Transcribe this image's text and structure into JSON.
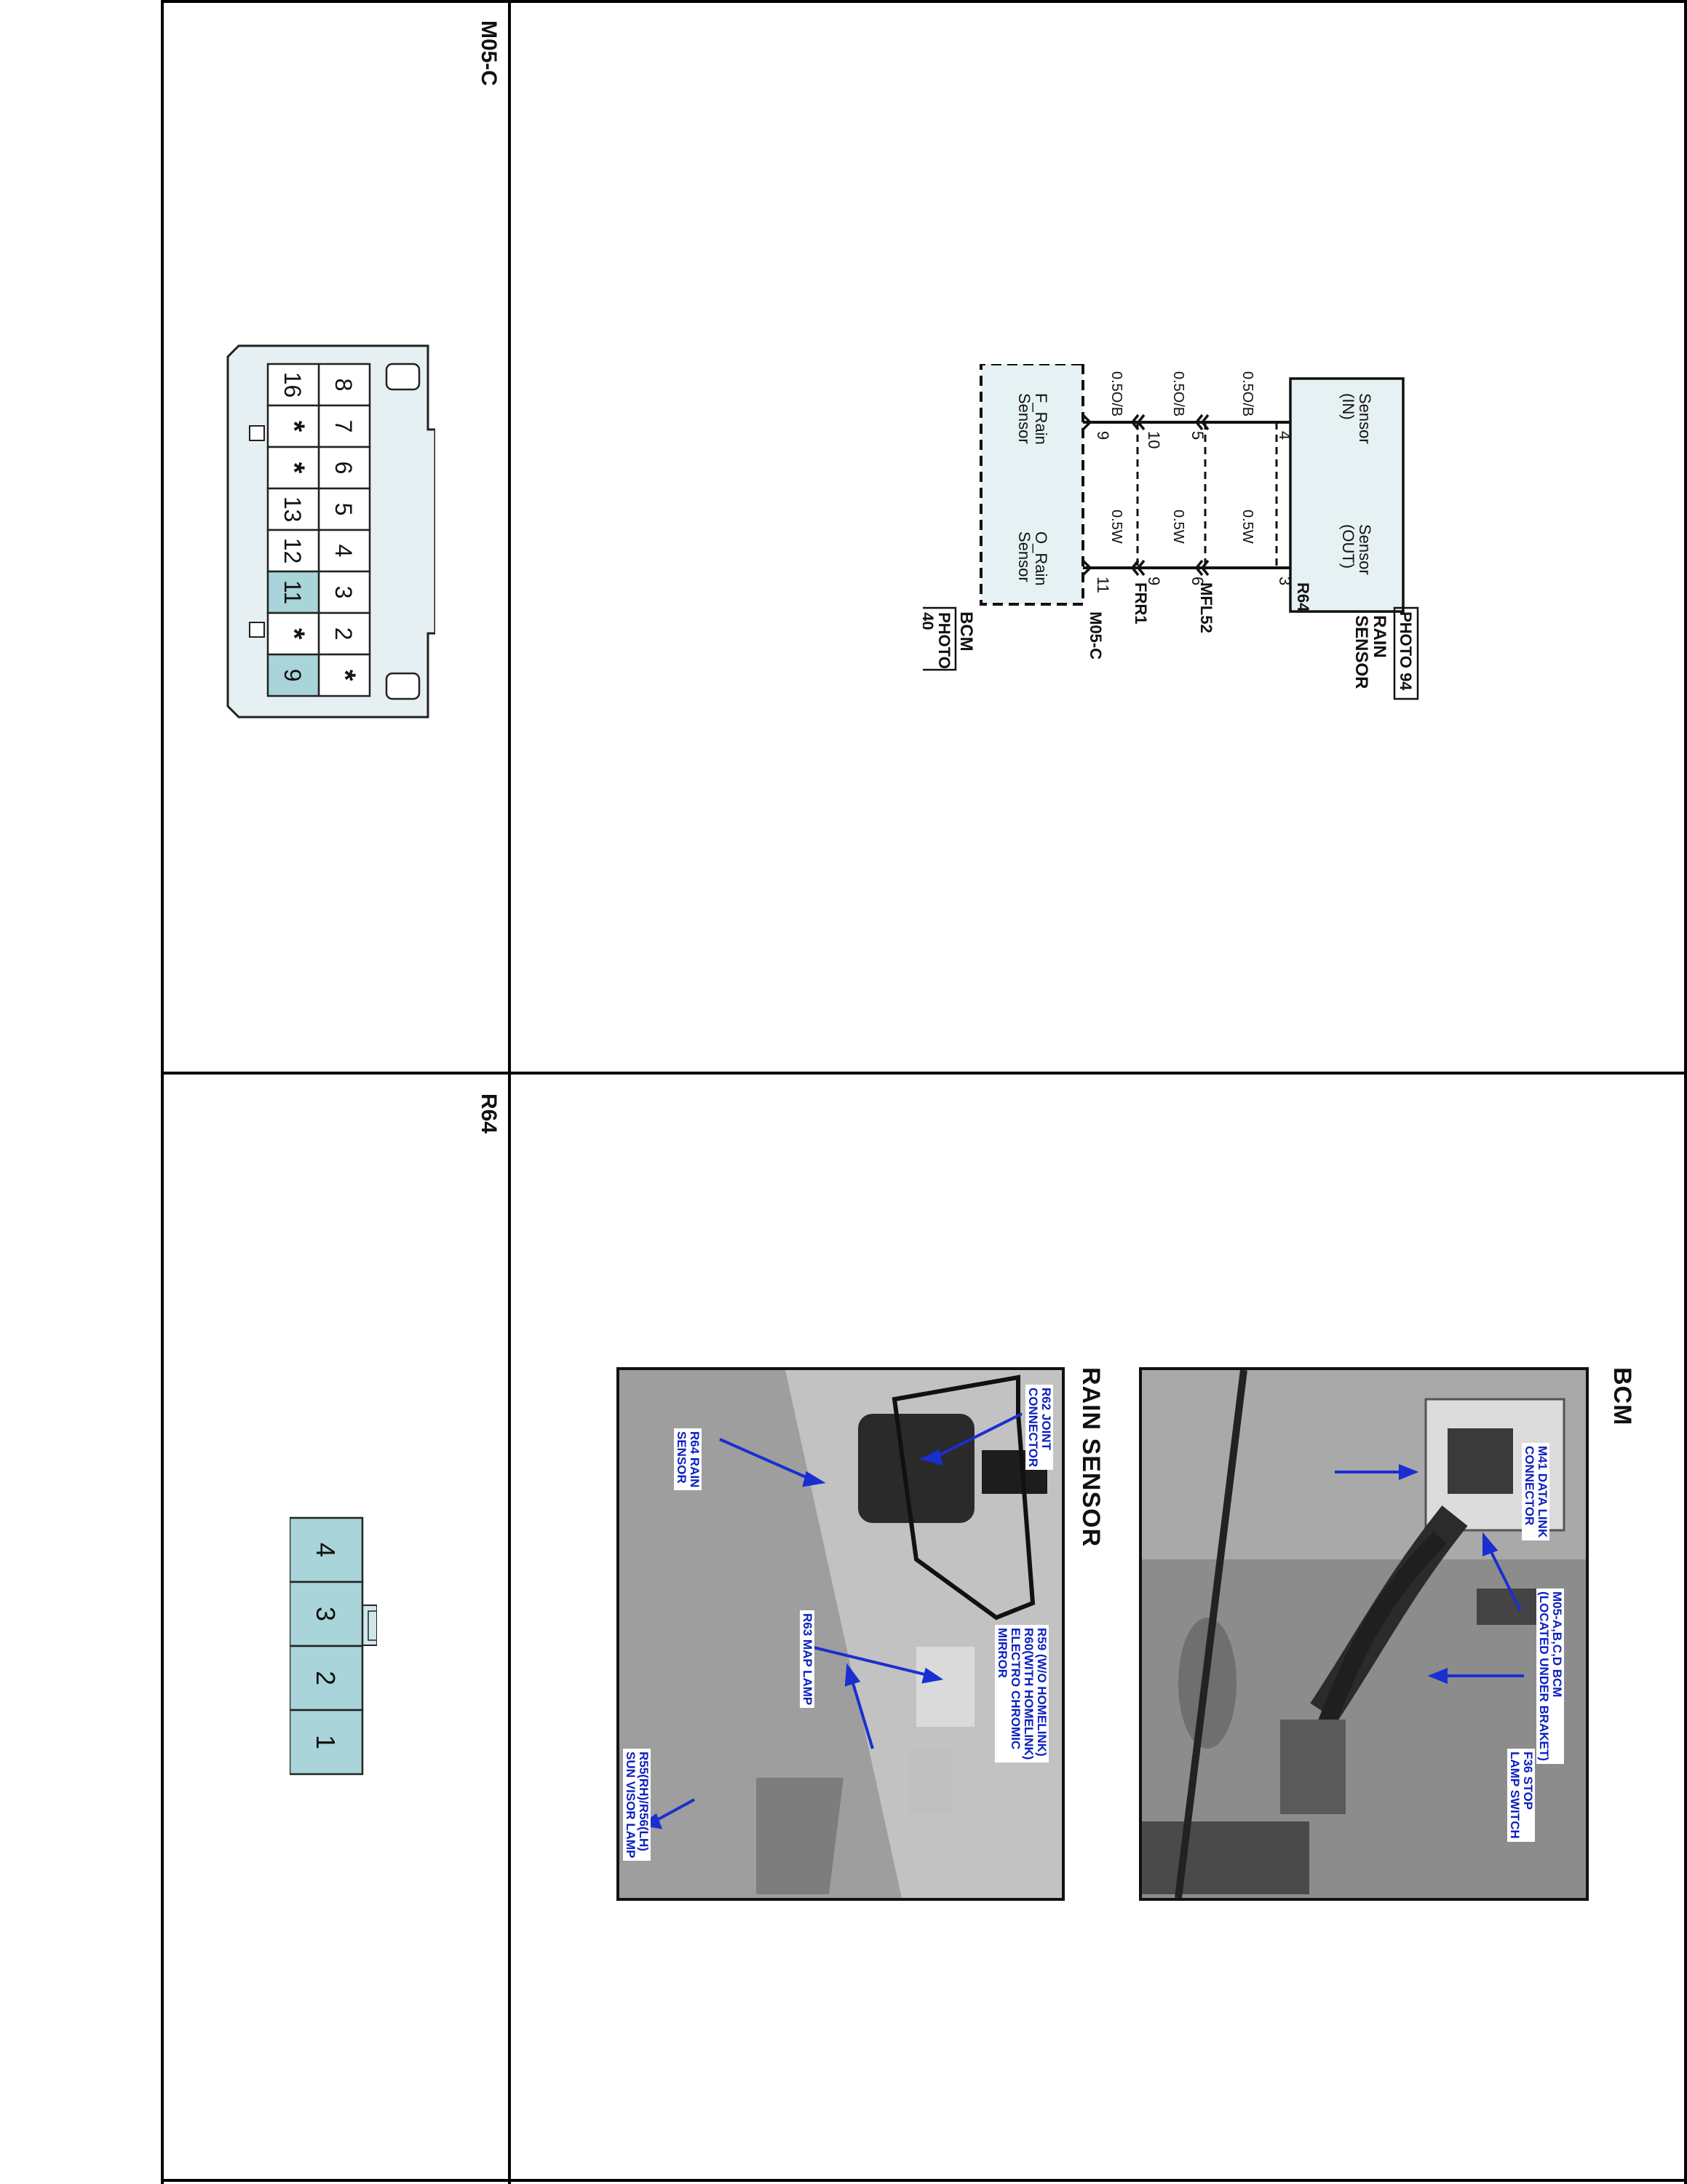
{
  "connectors": {
    "m05c": {
      "label": "M05-C",
      "top_row": [
        "8",
        "7",
        "6",
        "5",
        "4",
        "3",
        "2",
        "*"
      ],
      "bottom_row": [
        "16",
        "*",
        "*",
        "13",
        "12",
        "11",
        "*",
        "9"
      ],
      "highlighted": [
        "11",
        "9"
      ]
    },
    "r64": {
      "label": "R64",
      "pins": [
        "4",
        "3",
        "2",
        "1"
      ]
    }
  },
  "schematic": {
    "bcm": {
      "name": "BCM",
      "photo_ref": "PHOTO\n40",
      "pin_left_label": "F_Rain\nSensor",
      "pin_right_label": "O_Rain\nSensor",
      "connector_id": "M05-C"
    },
    "rain_sensor": {
      "name": "RAIN\nSENSOR",
      "photo_ref": "PHOTO 94",
      "pin_left_label": "Sensor\n(IN)",
      "pin_right_label": "Sensor\n(OUT)",
      "connector_id": "R64"
    },
    "left_wire": {
      "pins": [
        "9",
        "5",
        "10",
        "4"
      ],
      "labels": [
        "0.5O/B",
        "0.5O/B",
        "0.5O/B"
      ]
    },
    "right_wire": {
      "pins": [
        "11",
        "6",
        "9",
        "3"
      ],
      "labels": [
        "0.5W",
        "0.5W",
        "0.5W"
      ]
    },
    "inline_connectors": [
      "MFL52",
      "FRR1"
    ]
  },
  "photos": {
    "bcm": {
      "title": "BCM",
      "callouts": {
        "m41": "M41 DATA LINK\nCONNECTOR",
        "m05": "M05-A,B,C,D BCM\n(LOCATED UNDER BRAKET)",
        "f36": "F36 STOP\nLAMP SWITCH"
      }
    },
    "rain": {
      "title": "RAIN SENSOR",
      "callouts": {
        "r62": "R62 JOINT\nCONNECTOR",
        "r64": "R64 RAIN\nSENSOR",
        "r59": "R59 (W/O HOMELINK)\nR60(WITH HOMELINK)\nELECTRO CHROMIC\nMIRROR",
        "r63": "R63 MAP LAMP",
        "r55": "R55(RH)/R56(LH)\nSUN VISOR LAMP"
      }
    }
  },
  "colors": {
    "pin_highlight": "#a9d4d9",
    "connector_fill": "#e6eff1",
    "callout_text": "#0a1fbf",
    "arrow": "#1a2fd0",
    "bcm_fill": "#e6f1f3"
  }
}
